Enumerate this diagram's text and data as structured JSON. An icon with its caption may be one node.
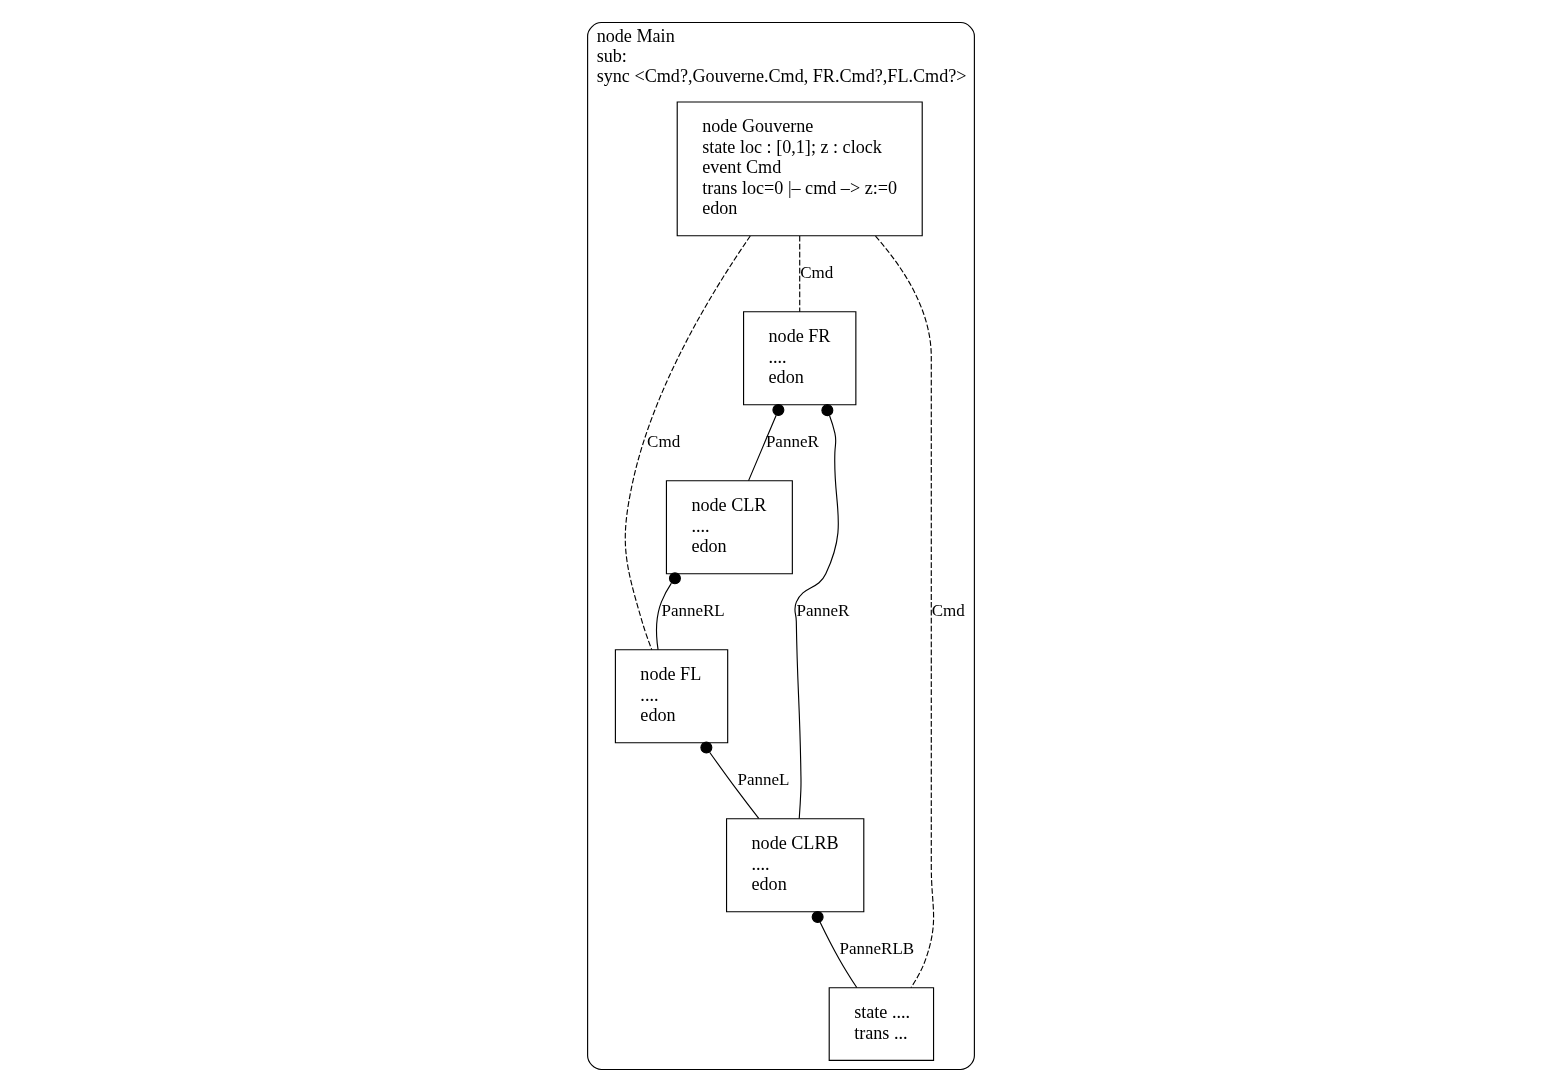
{
  "diagram": {
    "nodes": [
      {
        "text": [
          "node Main",
          "sub:",
          "sync <Cmd?,Gouverne.Cmd, FR.Cmd?,FL.Cmd?>"
        ]
      },
      {
        "text": [
          "node Gouverne",
          "state loc : [0,1]; z : clock",
          "event Cmd",
          "trans loc=0 |– cmd –> z:=0",
          "edon"
        ],
        "in": 0
      },
      {
        "text": [
          "node FR",
          "....",
          "edon"
        ],
        "in": 0
      },
      {
        "text": [
          "node FL",
          "....",
          "edon"
        ],
        "in": 0
      },
      {
        "text": [
          "node CLR",
          "....",
          "edon"
        ],
        "in": 0
      },
      {
        "text": [
          "state ....",
          "trans ..."
        ],
        "in": 0
      },
      {
        "text": [
          "node CLRB",
          "....",
          "edon"
        ],
        "in": 0
      }
    ],
    "edges": [
      {
        "from": 1,
        "to": 3,
        "arrow": "none",
        "style": "dashed",
        "label": "Cmd"
      },
      {
        "from": 1,
        "to": 2,
        "arrow": "none",
        "style": "dashed",
        "label": "Cmd"
      },
      {
        "from": 1,
        "to": 5,
        "arrow": "none",
        "style": "dashed",
        "label": "Cmd"
      },
      {
        "from": 2,
        "to": 6,
        "arrow": "other",
        "label": "PanneR"
      },
      {
        "from": 2,
        "to": 4,
        "arrow": "other",
        "label": "PanneR"
      },
      {
        "from": 4,
        "to": 3,
        "arrow": "other",
        "label": "PanneRL"
      },
      {
        "from": 3,
        "to": 6,
        "arrow": "other",
        "label": "PanneL"
      },
      {
        "from": 6,
        "to": 5,
        "arrow": "other",
        "label": "PanneRLB"
      }
    ]
  }
}
